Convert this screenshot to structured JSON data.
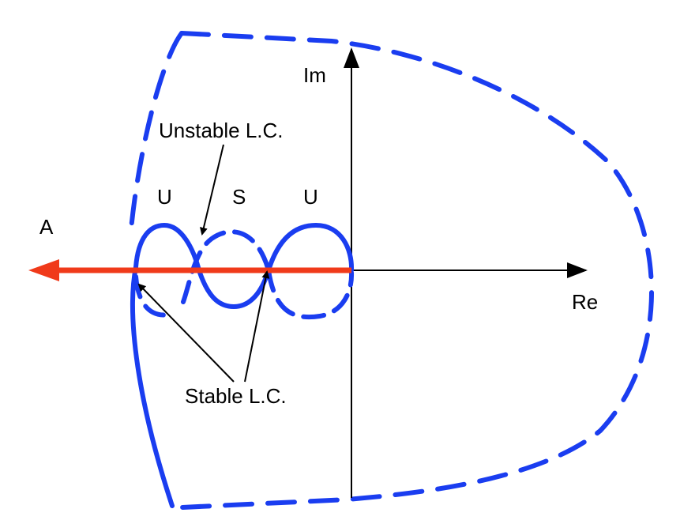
{
  "labels": {
    "im_axis": "Im",
    "re_axis": "Re",
    "a_axis": "A",
    "unstable_lc": "Unstable L.C.",
    "stable_lc": "Stable L.C.",
    "region_u_left": "U",
    "region_s": "S",
    "region_u_right": "U"
  },
  "colors": {
    "curve_blue": "#1a3df0",
    "arrow_red": "#f03a1a",
    "axis_black": "#000000"
  }
}
